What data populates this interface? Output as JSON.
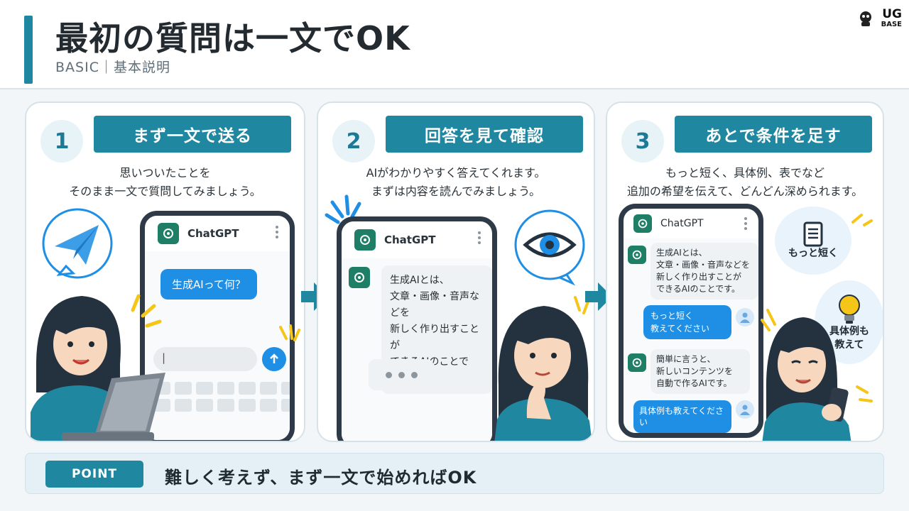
{
  "header": {
    "title": "最初の質問は一文でOK",
    "subtitle": "BASIC｜基本説明",
    "logo_top": "UG",
    "logo_bottom": "BASE"
  },
  "steps": [
    {
      "number": "1",
      "title": "まず一文で送る",
      "desc_line1": "思いついたことを",
      "desc_line2": "そのまま一文で質問してみましょう。",
      "app_name": "ChatGPT",
      "user_message": "生成AIって何？",
      "input_cursor": "|"
    },
    {
      "number": "2",
      "title": "回答を見て確認",
      "desc_line1": "AIがわかりやすく答えてくれます。",
      "desc_line2": "まずは内容を読んでみましょう。",
      "app_name": "ChatGPT",
      "ai_reply": [
        "生成AIとは、",
        "文章・画像・音声などを",
        "新しく作り出すことが",
        "できるAIのことです。"
      ]
    },
    {
      "number": "3",
      "title": "あとで条件を足す",
      "desc_line1": "もっと短く、具体例、表でなど",
      "desc_line2": "追加の希望を伝えて、どんどん深められます。",
      "app_name": "ChatGPT",
      "ai_reply1": [
        "生成AIとは、",
        "文章・画像・音声などを",
        "新しく作り出すことが",
        "できるAIのことです。"
      ],
      "user_msg1": [
        "もっと短く",
        "教えてください"
      ],
      "ai_reply2": [
        "簡単に言うと、",
        "新しいコンテンツを",
        "自動で作るAIです。"
      ],
      "user_msg2": "具体例も教えてください",
      "bubble_short": "もっと短く",
      "bubble_example": [
        "具体例も",
        "教えて"
      ]
    }
  ],
  "point": {
    "tag": "POINT",
    "text": "難しく考えず、まず一文で始めればOK"
  },
  "colors": {
    "accent": "#1f87a0",
    "chat_blue": "#1f8fe6",
    "gpt_green": "#1e7f66",
    "highlight_yellow": "#f5c518"
  },
  "icons": {
    "step1_bubble": "paper-plane-icon",
    "step2_bubble": "eye-icon",
    "step3_bubble1": "document-icon",
    "step3_bubble2": "lightbulb-icon",
    "send": "up-arrow-icon",
    "avatar": "user-icon",
    "gpt": "chatgpt-logo-icon"
  }
}
